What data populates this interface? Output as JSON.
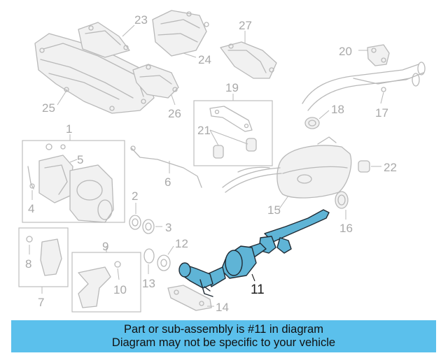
{
  "colors": {
    "highlight_part": "#5fb4d6",
    "banner_background": "#5bc0ec",
    "ghost_line": "#b9b9b9",
    "text_dark": "#1d1d1d"
  },
  "diagram": {
    "highlighted_callout": "11",
    "callouts": {
      "c1": "1",
      "c2": "2",
      "c3": "3",
      "c4": "4",
      "c5": "5",
      "c6": "6",
      "c7": "7",
      "c8": "8",
      "c9": "9",
      "c10": "10",
      "c11": "11",
      "c12": "12",
      "c13": "13",
      "c14": "14",
      "c15": "15",
      "c16": "16",
      "c17": "17",
      "c18": "18",
      "c19": "19",
      "c20": "20",
      "c21": "21",
      "c22": "22",
      "c23": "23",
      "c24": "24",
      "c25": "25",
      "c26": "26",
      "c27": "27"
    }
  },
  "banner": {
    "line1": "Part or sub-assembly is #11 in diagram",
    "line2": "Diagram may not be specific to your vehicle"
  }
}
